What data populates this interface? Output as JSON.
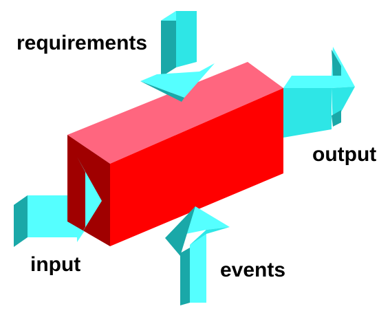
{
  "diagram": {
    "labels": {
      "requirements": "requirements",
      "output": "output",
      "input": "input",
      "events": "events"
    }
  },
  "colors": {
    "box_top": "#ff667f",
    "box_front": "#ff0000",
    "box_side": "#a00000",
    "arrow_light": "#55ffff",
    "arrow_mid": "#2ee6e6",
    "arrow_dark": "#1aa8a8",
    "text": "#000000"
  }
}
